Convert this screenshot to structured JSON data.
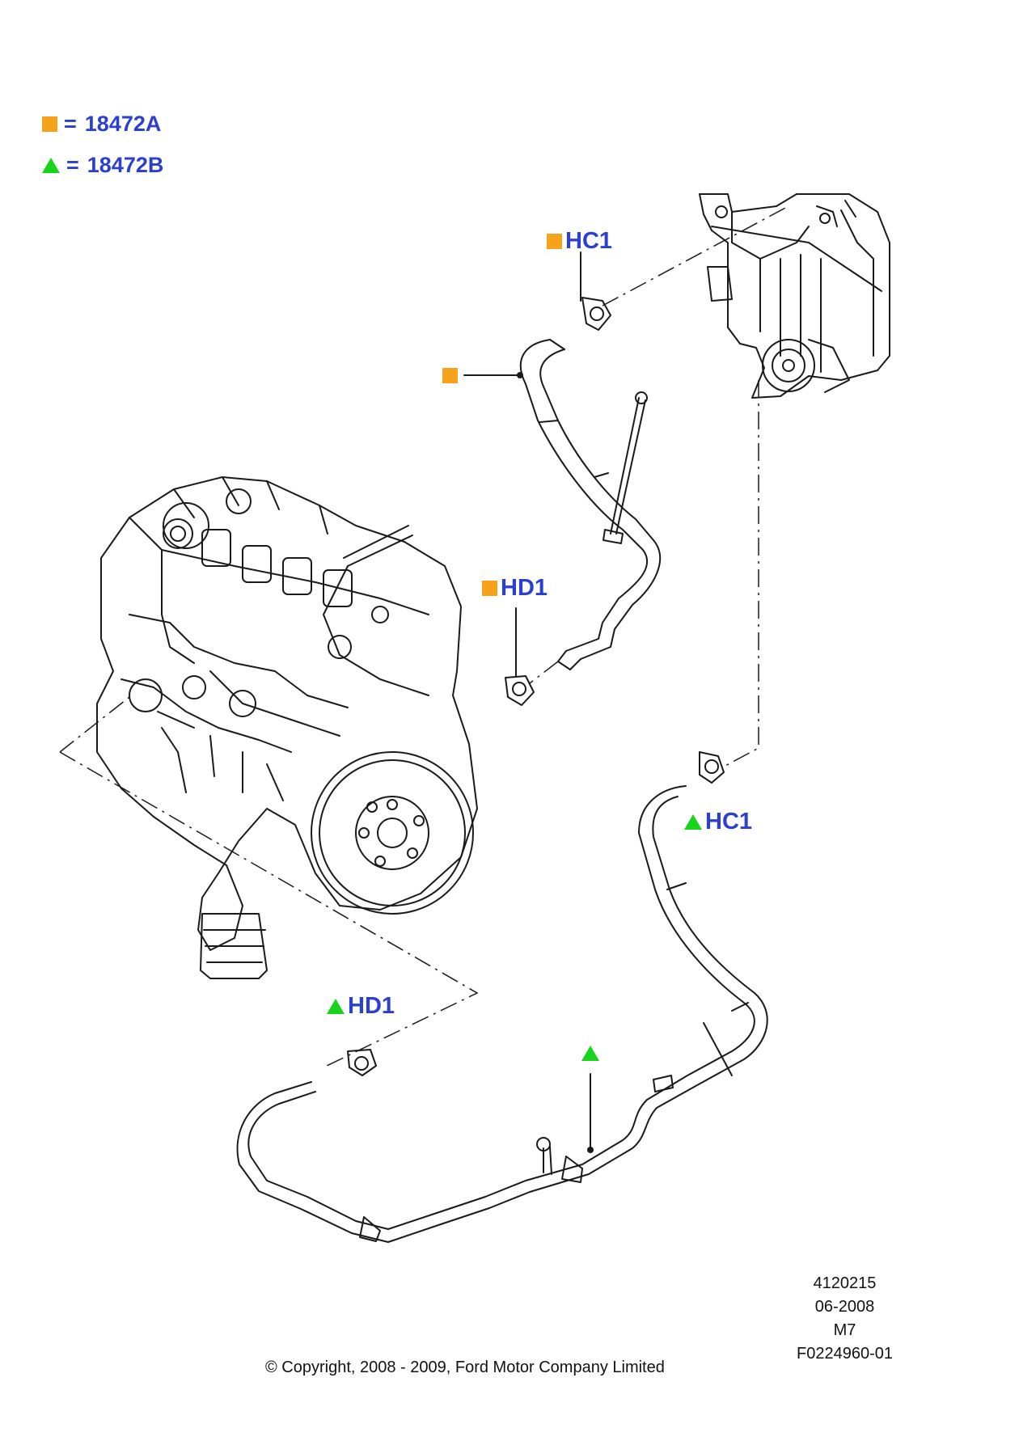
{
  "legend": [
    {
      "marker": "square",
      "color": "#f7a21b",
      "equals": "=",
      "part": "18472A"
    },
    {
      "marker": "triangle",
      "color": "#18d41c",
      "equals": "=",
      "part": "18472B"
    }
  ],
  "callouts": {
    "hc1_upper": "HC1",
    "hd1_upper": "HD1",
    "hc1_lower": "HC1",
    "hd1_lower": "HD1"
  },
  "meta": {
    "number": "4120215",
    "date": "06-2008",
    "code": "M7",
    "figure": "F0224960-01"
  },
  "copyright": "© Copyright, 2008 - 2009, Ford Motor Company Limited",
  "colors": {
    "label_blue": "#2b3fd0",
    "square_orange": "#f7a21b",
    "triangle_green": "#18d41c",
    "line": "#1a1a1a"
  }
}
